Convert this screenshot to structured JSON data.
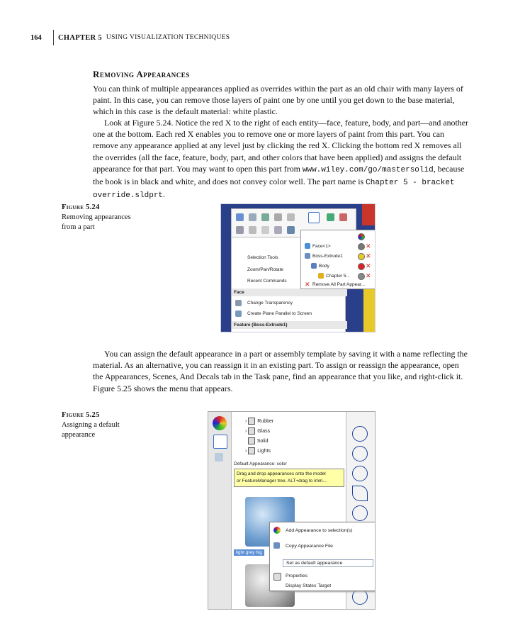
{
  "header": {
    "page_number": "164",
    "chapter_label": "CHAPTER 5",
    "chapter_title": "USING VISUALIZATION TECHNIQUES"
  },
  "section": {
    "heading": "Removing Appearances",
    "para1": "You can think of multiple appearances applied as overrides within the part as an old chair with many layers of paint. In this case, you can remove those layers of paint one by one until you get down to the base material, which in this case is the default material: white plastic.",
    "para2_a": "Look at Figure 5.24. Notice the red X to the right of each entity—face, feature, body, and part—and another one at the bottom. Each red X enables you to remove one or more layers of paint from this part. You can remove any appearance applied at any level just by clicking the red X. Clicking the bottom red X removes all the overrides (all the face, feature, body, part, and other colors that have been applied) and assigns the default appearance for that part. You may want to open this part from ",
    "para2_url": "www.wiley.com/go/mastersolid",
    "para2_b": ", because the book is in black and white, and does not convey color well. The part name is ",
    "para2_file": "Chapter 5 - bracket override.sldprt",
    "para2_c": ".",
    "para3": "You can assign the default appearance in a part or assembly template by saving it with a name reflecting the material. As an alternative, you can reassign it in an existing part. To assign or reassign the appearance, open the Appearances, Scenes, And Decals tab in the Task pane, find an appearance that you like, and right-click it. Figure 5.25 shows the menu that appears."
  },
  "figure1": {
    "label": "Figure 5.24",
    "caption": "Removing appearances from a part",
    "menu": {
      "selection_tools": "Selection Tools",
      "zoom": "Zoom/Pan/Rotate",
      "recent": "Recent Commands",
      "face_header": "Face",
      "change_transparency": "Change Transparency",
      "create_plane": "Create Plane Parallel to Screen",
      "feature_header": "Feature (Boss-Extrude1)"
    },
    "submenu": {
      "face": "Face<1>",
      "feature": "Boss-Extrude1",
      "body": "Body",
      "part": "Chapter 5...",
      "remove_all": "Remove All Part Appear..."
    }
  },
  "figure2": {
    "label": "Figure 5.25",
    "caption": "Assigning a default appearance",
    "tree": [
      "Rubber",
      "Glass",
      "Solid",
      "Lights"
    ],
    "default_label": "Default Appearance: color",
    "tooltip_line1": "Drag and drop appearances onto the model",
    "tooltip_line2": "or FeatureManager tree.  ALT+drag to imm...",
    "thumb_label": "light grey hig",
    "context_menu": [
      "Add Appearance to selection(s)",
      "Copy Appearance File",
      "Set as default appearance",
      "Properties",
      "Display States Target"
    ]
  }
}
